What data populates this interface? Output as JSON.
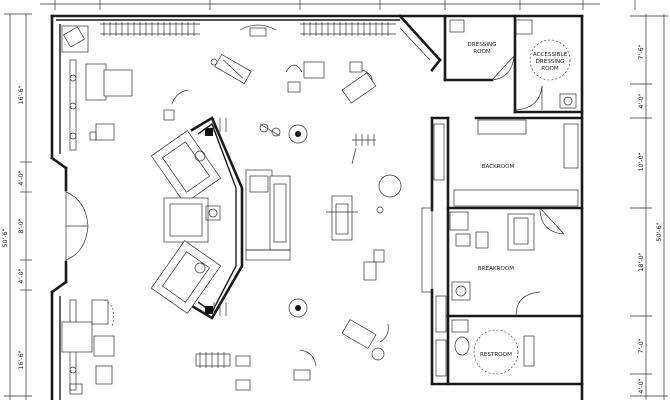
{
  "rooms": {
    "dressing": "DRESSING ROOM",
    "accessible_dressing": "ACCESSIBLE DRESSING ROOM",
    "backroom": "BACKROOM",
    "breakroom": "BREAKROOM",
    "restroom": "RESTROOM"
  },
  "dimensions": {
    "left": [
      "16'-6\"",
      "4'-0\"",
      "8'-0\"",
      "4'-0\"",
      "16'-6\""
    ],
    "left_total": "50'-6\"",
    "right": [
      "7'-6\"",
      "4'-0\"",
      "10'-0\"",
      "18'-0\"",
      "7'-0\"",
      "4'-0\""
    ],
    "right_total": "50'-6\""
  }
}
